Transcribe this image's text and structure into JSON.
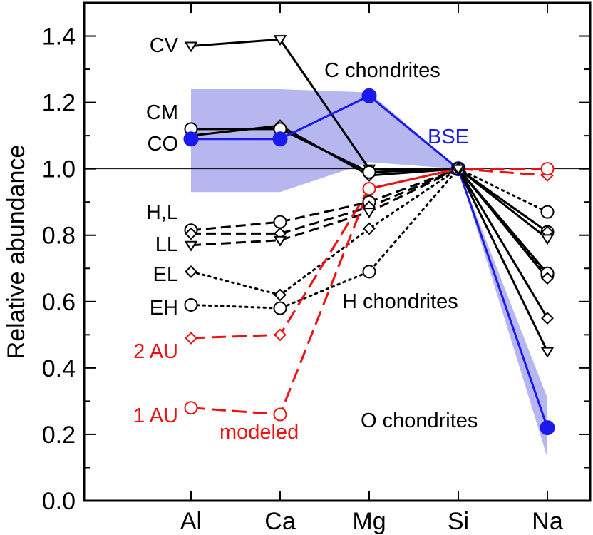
{
  "chart_data": {
    "type": "line",
    "categories": [
      "Al",
      "Ca",
      "Mg",
      "Si",
      "Na"
    ],
    "ylabel": "Relative abundance",
    "ylim": [
      0.0,
      1.5
    ],
    "yticks": [
      0.0,
      0.2,
      0.4,
      0.6,
      0.8,
      1.0,
      1.2,
      1.4
    ],
    "ytick_labels": [
      "0.0",
      "0.2",
      "0.4",
      "0.6",
      "0.8",
      "1.0",
      "1.2",
      "1.4"
    ],
    "reference_line": 1.0,
    "bands": [
      {
        "group": "C chondrites",
        "color": "#b3b3ef",
        "upper": [
          1.24,
          1.24,
          1.23,
          1.0,
          null
        ],
        "lower": [
          0.93,
          0.93,
          1.02,
          1.0,
          null
        ]
      },
      {
        "group": "BSE",
        "color": "#b3b3ef",
        "upper": [
          null,
          null,
          null,
          1.0,
          0.31
        ],
        "lower": [
          null,
          null,
          null,
          1.0,
          0.13
        ]
      }
    ],
    "series": [
      {
        "name": "CV",
        "color": "#000000",
        "dash": "solid",
        "marker": "triangle",
        "values": [
          1.37,
          1.39,
          1.0,
          1.0,
          null
        ]
      },
      {
        "name": "CM",
        "color": "#000000",
        "dash": "solid",
        "marker": "diamond",
        "values": [
          1.1,
          1.13,
          0.98,
          1.0,
          null
        ]
      },
      {
        "name": "CO",
        "color": "#000000",
        "dash": "solid",
        "marker": "circle",
        "values": [
          1.12,
          1.12,
          0.99,
          1.0,
          null
        ]
      },
      {
        "name": "BSE",
        "color": "#1a1aee",
        "dash": "solid",
        "marker": "filled-circle",
        "values": [
          1.09,
          1.09,
          1.22,
          1.0,
          0.22
        ]
      },
      {
        "name": "H,L",
        "color": "#000000",
        "dash": "dashed",
        "marker": "circle",
        "values": [
          0.815,
          0.84,
          0.9,
          1.0,
          null
        ]
      },
      {
        "name": "",
        "color": "#000000",
        "dash": "dashed",
        "marker": "diamond",
        "values": [
          0.805,
          0.805,
          0.885,
          1.0,
          null
        ]
      },
      {
        "name": "LL",
        "color": "#000000",
        "dash": "dashed",
        "marker": "triangle",
        "values": [
          0.77,
          0.785,
          0.87,
          1.0,
          null
        ]
      },
      {
        "name": "EL",
        "color": "#000000",
        "dash": "dotted",
        "marker": "diamond",
        "values": [
          0.69,
          0.62,
          0.82,
          1.0,
          null
        ]
      },
      {
        "name": "EH",
        "color": "#000000",
        "dash": "dotted",
        "marker": "circle",
        "values": [
          0.59,
          0.58,
          0.69,
          1.0,
          null
        ]
      },
      {
        "name": "2 AU",
        "color": "#ee1111",
        "dash": "longdash",
        "marker": "diamond",
        "values": [
          0.49,
          0.5,
          0.94,
          1.0,
          0.98
        ]
      },
      {
        "name": "1 AU",
        "color": "#ee1111",
        "dash": "longdash",
        "marker": "circle",
        "values": [
          0.28,
          0.26,
          0.94,
          1.0,
          1.0
        ]
      },
      {
        "name": "",
        "color": "#000000",
        "dash": "dotted",
        "marker": "circle",
        "values": [
          null,
          null,
          null,
          1.0,
          0.87
        ]
      },
      {
        "name": "",
        "color": "#000000",
        "dash": "dashed",
        "marker": "circle",
        "values": [
          null,
          null,
          null,
          1.0,
          0.81
        ]
      },
      {
        "name": "",
        "color": "#000000",
        "dash": "solid",
        "marker": "diamond",
        "values": [
          null,
          null,
          null,
          1.0,
          0.81
        ]
      },
      {
        "name": "",
        "color": "#000000",
        "dash": "solid",
        "marker": "triangle",
        "values": [
          null,
          null,
          null,
          1.0,
          0.79
        ]
      },
      {
        "name": "",
        "color": "#000000",
        "dash": "dotted",
        "marker": "circle",
        "values": [
          null,
          null,
          null,
          1.0,
          0.68
        ]
      },
      {
        "name": "",
        "color": "#000000",
        "dash": "solid",
        "marker": "circle",
        "values": [
          null,
          null,
          null,
          1.0,
          0.685
        ]
      },
      {
        "name": "",
        "color": "#000000",
        "dash": "solid",
        "marker": "diamond",
        "values": [
          null,
          null,
          null,
          1.0,
          0.67
        ]
      },
      {
        "name": "",
        "color": "#000000",
        "dash": "solid",
        "marker": "diamond",
        "values": [
          null,
          null,
          null,
          1.0,
          0.55
        ]
      },
      {
        "name": "",
        "color": "#000000",
        "dash": "solid",
        "marker": "triangle",
        "values": [
          null,
          null,
          null,
          1.0,
          0.45
        ]
      }
    ],
    "annotations": [
      {
        "text": "CV",
        "color": "#000000"
      },
      {
        "text": "CM",
        "color": "#000000"
      },
      {
        "text": "CO",
        "color": "#000000"
      },
      {
        "text": "C chondrites",
        "color": "#000000"
      },
      {
        "text": "BSE",
        "color": "#1a1aee"
      },
      {
        "text": "H,L",
        "color": "#000000"
      },
      {
        "text": "LL",
        "color": "#000000"
      },
      {
        "text": "EL",
        "color": "#000000"
      },
      {
        "text": "EH",
        "color": "#000000"
      },
      {
        "text": "H chondrites",
        "color": "#000000"
      },
      {
        "text": "2 AU",
        "color": "#ee1111"
      },
      {
        "text": "1 AU",
        "color": "#ee1111"
      },
      {
        "text": "modeled",
        "color": "#ee1111"
      },
      {
        "text": "O chondrites",
        "color": "#000000"
      }
    ]
  }
}
